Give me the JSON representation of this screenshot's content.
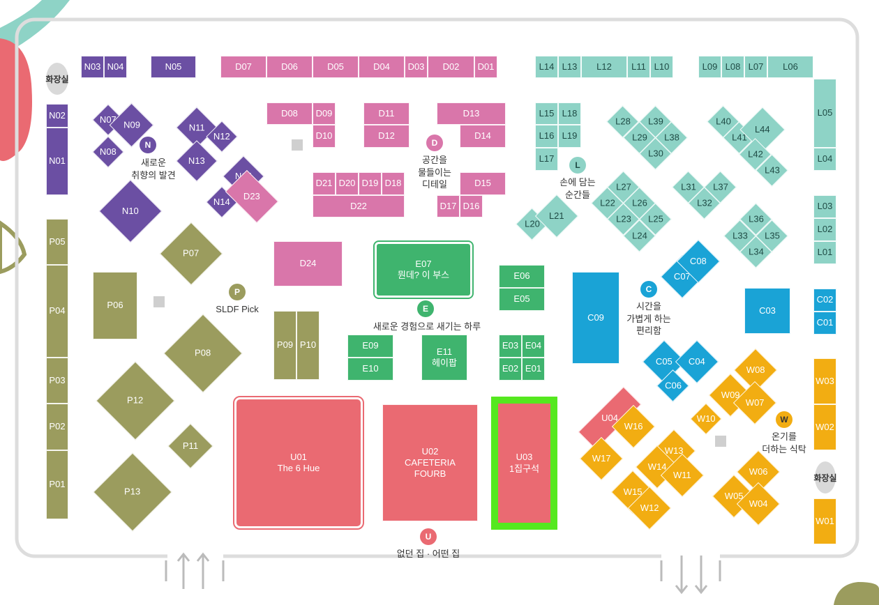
{
  "colors": {
    "n_zone": "#6b4fa3",
    "d_zone": "#d976aa",
    "l_zone": "#8ed3c6",
    "e_zone": "#3fb46e",
    "c_zone": "#1aa3d6",
    "p_zone": "#9b9c5e",
    "u_zone": "#ea6a72",
    "w_zone": "#f2ad12",
    "highlight": "#55e81f"
  },
  "restrooms": [
    "화장실",
    "화장실"
  ],
  "zones": {
    "N": {
      "badge": "N",
      "label_line1": "새로운",
      "label_line2": "취향의 발견"
    },
    "D": {
      "badge": "D",
      "label_line1": "공간을",
      "label_line2": "물들이는",
      "label_line3": "디테일"
    },
    "L": {
      "badge": "L",
      "label_line1": "손에 담는",
      "label_line2": "순간들"
    },
    "E": {
      "badge": "E",
      "label_line1": "새로운 경험으로 새기는 하루"
    },
    "C": {
      "badge": "C",
      "label_line1": "시간을",
      "label_line2": "가볍게 하는",
      "label_line3": "편리함"
    },
    "P": {
      "badge": "P",
      "label_line1": "SLDF Pick"
    },
    "U": {
      "badge": "U",
      "label_line1": "없던 집 · 어떤 집"
    },
    "W": {
      "badge": "W",
      "label_line1": "온기를",
      "label_line2": "더하는 식탁"
    }
  },
  "booths": {
    "N01": "N01",
    "N02": "N02",
    "N03": "N03",
    "N04": "N04",
    "N05": "N05",
    "N07": "N07",
    "N08": "N08",
    "N09": "N09",
    "N10": "N10",
    "N11": "N11",
    "N12": "N12",
    "N13": "N13",
    "N14": "N14",
    "N15": "N15",
    "D01": "D01",
    "D02": "D02",
    "D03": "D03",
    "D04": "D04",
    "D05": "D05",
    "D06": "D06",
    "D07": "D07",
    "D08": "D08",
    "D09": "D09",
    "D10": "D10",
    "D11": "D11",
    "D12": "D12",
    "D13": "D13",
    "D14": "D14",
    "D15": "D15",
    "D16": "D16",
    "D17": "D17",
    "D18": "D18",
    "D19": "D19",
    "D20": "D20",
    "D21": "D21",
    "D22": "D22",
    "D23": "D23",
    "D24": "D24",
    "L01": "L01",
    "L02": "L02",
    "L03": "L03",
    "L04": "L04",
    "L05": "L05",
    "L06": "L06",
    "L07": "L07",
    "L08": "L08",
    "L09": "L09",
    "L10": "L10",
    "L11": "L11",
    "L12": "L12",
    "L13": "L13",
    "L14": "L14",
    "L15": "L15",
    "L16": "L16",
    "L17": "L17",
    "L18": "L18",
    "L19": "L19",
    "L20": "L20",
    "L21": "L21",
    "L22": "L22",
    "L23": "L23",
    "L24": "L24",
    "L25": "L25",
    "L26": "L26",
    "L27": "L27",
    "L28": "L28",
    "L29": "L29",
    "L30": "L30",
    "L31": "L31",
    "L32": "L32",
    "L33": "L33",
    "L34": "L34",
    "L35": "L35",
    "L36": "L36",
    "L37": "L37",
    "L38": "L38",
    "L39": "L39",
    "L40": "L40",
    "L41": "L41",
    "L42": "L42",
    "L43": "L43",
    "L44": "L44",
    "E01": "E01",
    "E02": "E02",
    "E03": "E03",
    "E04": "E04",
    "E05": "E05",
    "E06": "E06",
    "E09": "E09",
    "E10": "E10",
    "E07_code": "E07",
    "E07_name": "뭔데? 이 부스",
    "E11_code": "E11",
    "E11_name": "헤이팝",
    "C01": "C01",
    "C02": "C02",
    "C03": "C03",
    "C04": "C04",
    "C05": "C05",
    "C06": "C06",
    "C07": "C07",
    "C08": "C08",
    "C09": "C09",
    "P01": "P01",
    "P02": "P02",
    "P03": "P03",
    "P04": "P04",
    "P05": "P05",
    "P06": "P06",
    "P07": "P07",
    "P08": "P08",
    "P09": "P09",
    "P10": "P10",
    "P11": "P11",
    "P12": "P12",
    "P13": "P13",
    "U01_code": "U01",
    "U01_name": "The 6 Hue",
    "U02_code": "U02",
    "U02_name1": "CAFETERIA",
    "U02_name2": "FOURB",
    "U03_code": "U03",
    "U03_name": "1집구석",
    "U04": "U04",
    "W01": "W01",
    "W02": "W02",
    "W03": "W03",
    "W04": "W04",
    "W05": "W05",
    "W06": "W06",
    "W07": "W07",
    "W08": "W08",
    "W09": "W09",
    "W10": "W10",
    "W11": "W11",
    "W12": "W12",
    "W13": "W13",
    "W14": "W14",
    "W15": "W15",
    "W16": "W16",
    "W17": "W17"
  }
}
